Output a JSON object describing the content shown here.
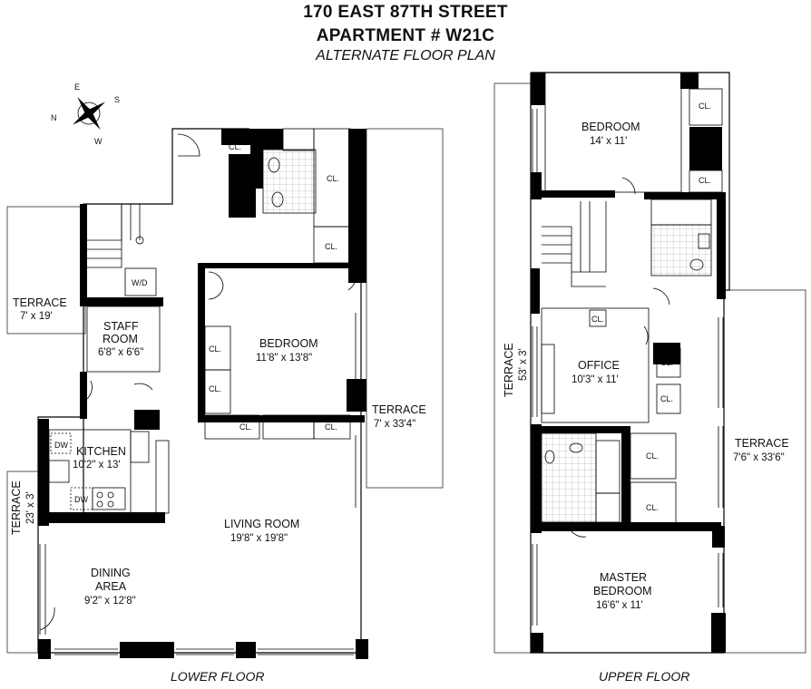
{
  "header": {
    "address": "170 EAST 87TH STREET",
    "apartment": "APARTMENT # W21C",
    "subtitle": "ALTERNATE FLOOR PLAN"
  },
  "compass": {
    "n": "N",
    "e": "E",
    "s": "S",
    "w": "W"
  },
  "lower_floor": {
    "caption": "LOWER FLOOR",
    "rooms": {
      "terrace_west": {
        "name": "TERRACE",
        "dims": "7' x 19'"
      },
      "staff_room": {
        "line1": "STAFF",
        "line2": "ROOM",
        "dims": "6'8\" x 6'6\""
      },
      "kitchen": {
        "name": "KITCHEN",
        "dims": "10'2\" x 13'"
      },
      "terrace_sw": {
        "name": "TERRACE",
        "dims": "23' x 3'"
      },
      "bedroom": {
        "name": "BEDROOM",
        "dims": "11'8\" x 13'8\""
      },
      "terrace_east": {
        "name": "TERRACE",
        "dims": "7' x 33'4\""
      },
      "living_room": {
        "name": "LIVING ROOM",
        "dims": "19'8\" x 19'8\""
      },
      "dining": {
        "line1": "DINING",
        "line2": "AREA",
        "dims": "9'2\" x 12'8\""
      }
    },
    "labels": {
      "closet": "CL.",
      "wd": "W/D",
      "dw": "DW"
    }
  },
  "upper_floor": {
    "caption": "UPPER FLOOR",
    "rooms": {
      "bedroom": {
        "name": "BEDROOM",
        "dims": "14' x 11'"
      },
      "terrace_west": {
        "name": "TERRACE",
        "dims": "53' x 3'"
      },
      "office": {
        "name": "OFFICE",
        "dims": "10'3\" x 11'"
      },
      "terrace_east": {
        "name": "TERRACE",
        "dims": "7'6\" x 33'6\""
      },
      "master": {
        "line1": "MASTER",
        "line2": "BEDROOM",
        "dims": "16'6\" x 11'"
      }
    },
    "labels": {
      "closet": "CL."
    }
  }
}
